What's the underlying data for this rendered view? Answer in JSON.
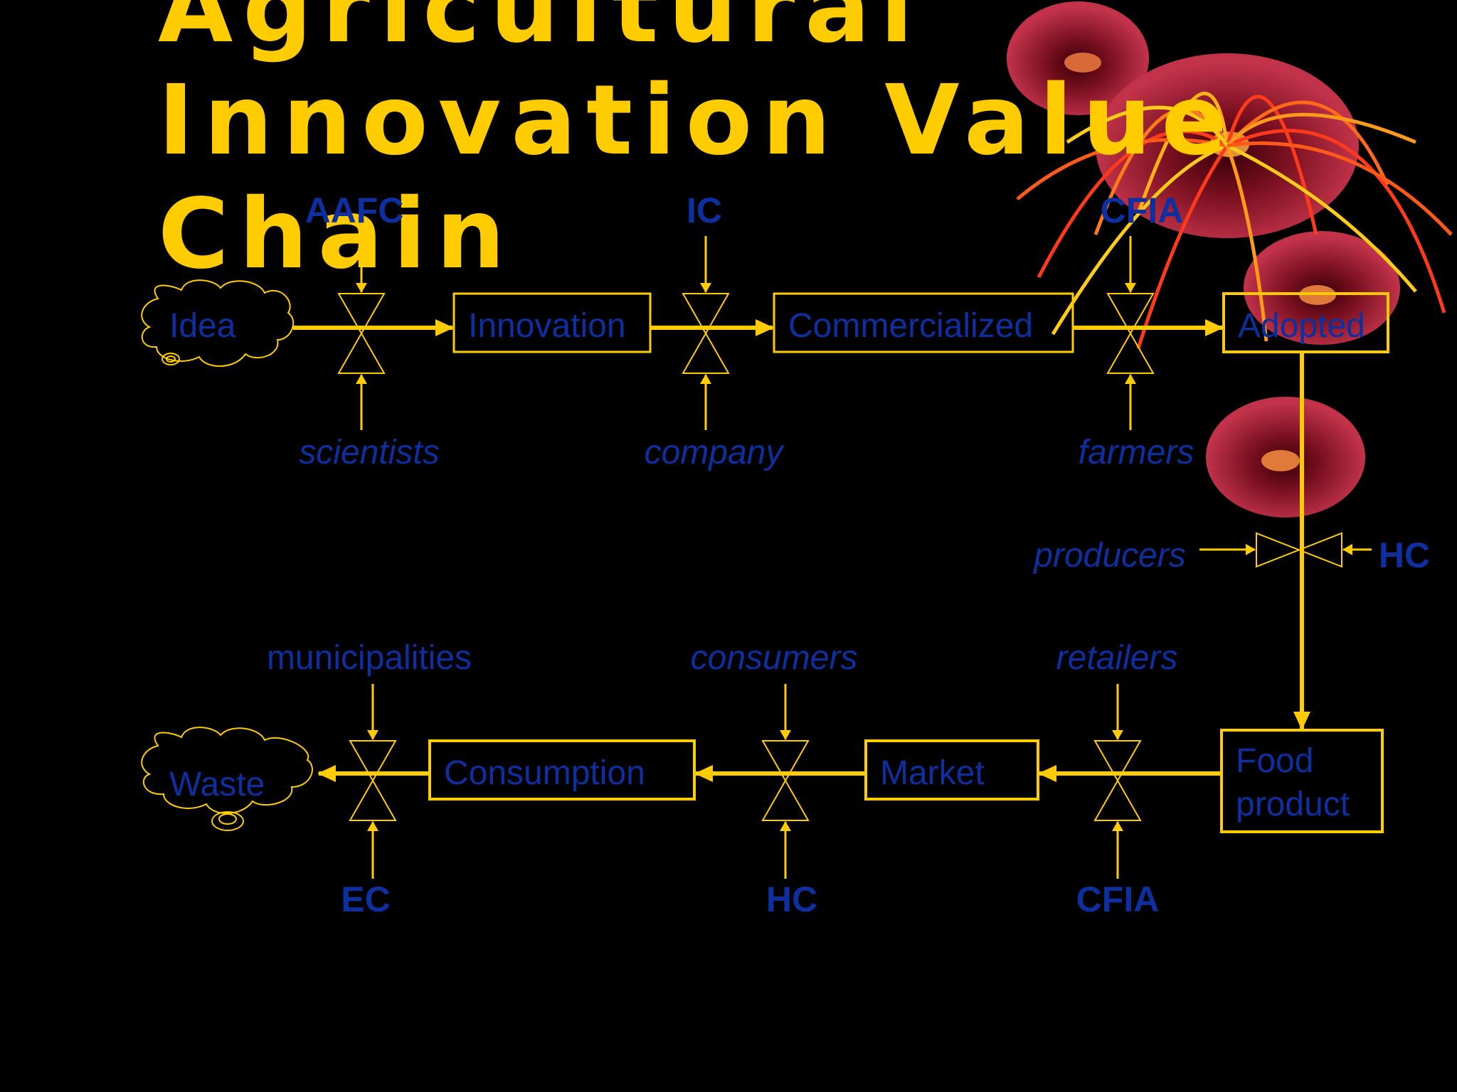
{
  "title": {
    "lines": [
      "Agricultural",
      "Innovation Value",
      "Chain"
    ]
  },
  "nodes": {
    "idea": "Idea",
    "innovation": "Innovation",
    "commercialized": "Commercialized",
    "adopted": "Adopted",
    "food_line1": "Food",
    "food_line2": "product",
    "market": "Market",
    "consumption": "Consumption",
    "waste": "Waste"
  },
  "regulators": {
    "aafc": "AAFC",
    "ic": "IC",
    "cfia_top": "CFIA",
    "hc_right": "HC",
    "ec": "EC",
    "hc_bottom": "HC",
    "cfia_bottom": "CFIA"
  },
  "actors": {
    "scientists": "scientists",
    "company": "company",
    "farmers": "farmers",
    "producers": "producers",
    "municipalities": "municipalities",
    "consumers": "consumers",
    "retailers": "retailers"
  },
  "colors": {
    "background": "#000000",
    "accent": "#FFCC00",
    "text": "#0E2FA0"
  }
}
